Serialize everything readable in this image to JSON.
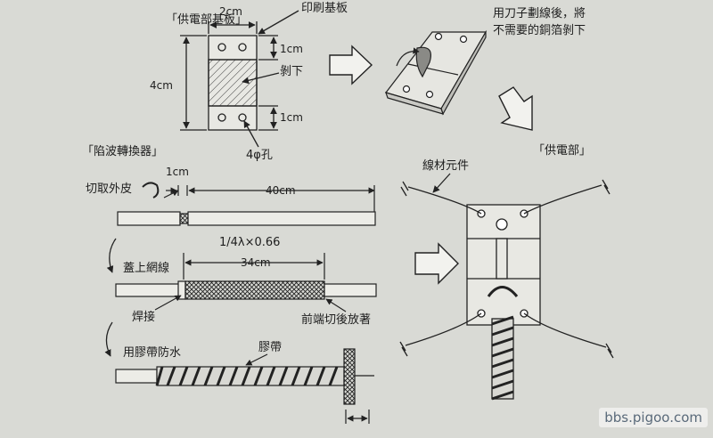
{
  "pcb": {
    "title": "「供電部基板」",
    "width": "2cm",
    "board_label": "印刷基板",
    "height": "4cm",
    "top_margin": "1cm",
    "bottom_margin": "1cm",
    "strip_label": "剝下",
    "hole_label": "4φ孔"
  },
  "knife_note": {
    "line1": "用刀子劃線後，將",
    "line2": "不需要的銅箔剝下"
  },
  "converter": {
    "title": "「陷波轉換器」",
    "strip_jacket": "切取外皮",
    "strip_len": "1cm",
    "cable_len": "40cm",
    "formula": "1/4λ×0.66",
    "cover_braid": "蓋上網線",
    "braid_len": "34cm",
    "solder": "焊接",
    "front_cut": "前端切後放著",
    "waterproof": "用膠帶防水",
    "tape": "膠帶"
  },
  "feed": {
    "title": "「供電部」",
    "wire_element": "線材元件"
  },
  "watermark": "bbs.pigoo.com"
}
